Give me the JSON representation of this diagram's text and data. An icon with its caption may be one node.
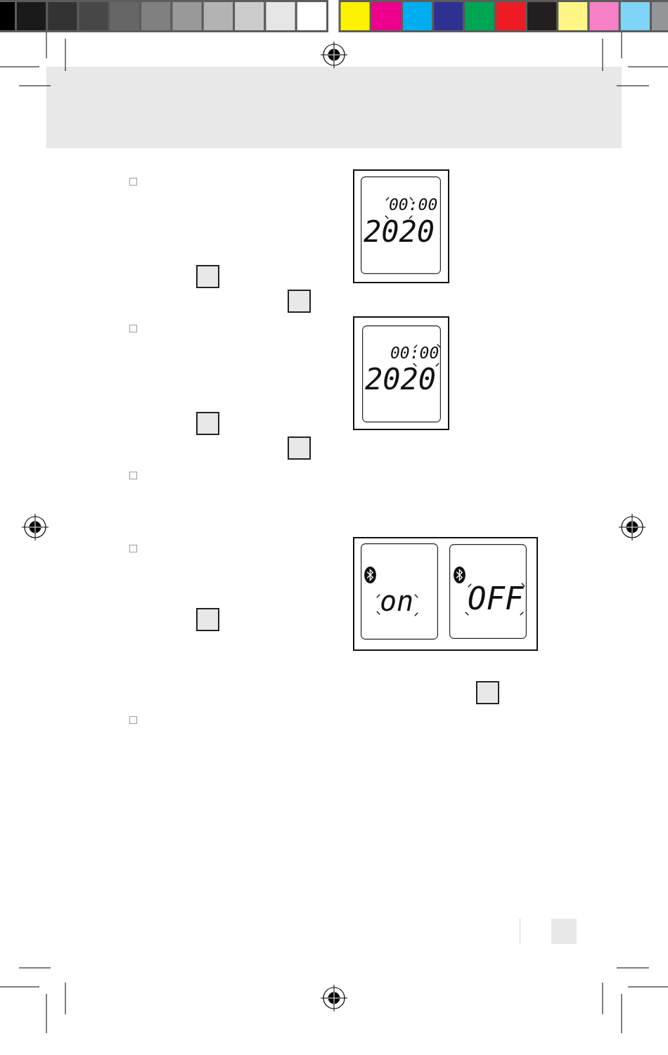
{
  "diagram": {
    "nodes": [
      {
        "text": [
          "00:00",
          "2020"
        ]
      },
      {
        "text": [
          "00:00",
          "2020"
        ]
      },
      {
        "text": [],
        "shape": "box"
      },
      {
        "text": [
          "on"
        ],
        "in": 2
      },
      {
        "text": [
          "OFF"
        ],
        "in": 2
      }
    ]
  }
}
